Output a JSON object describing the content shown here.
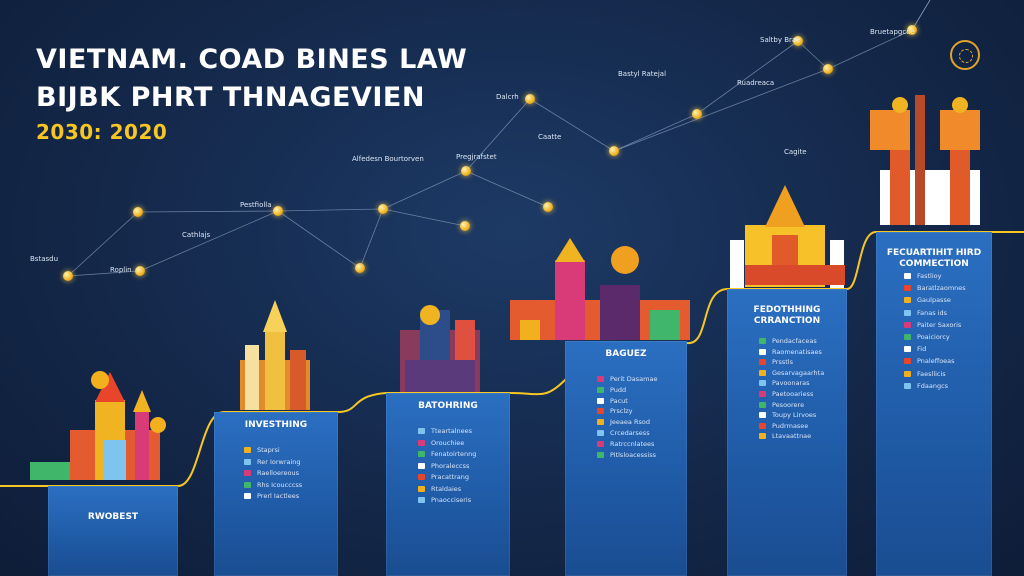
{
  "title": {
    "line1": "VIETNAM. COAD BINES LAW",
    "line2": "BIJBK PHRT THNAGEVIEN",
    "years": "2030: 2020"
  },
  "colors": {
    "background": "#14284a",
    "column": "#2b6fc1",
    "accent_yellow": "#f7c623",
    "node_gold": "#f0b321",
    "network_line": "#8aa0c0"
  },
  "network": {
    "nodes": [
      {
        "label": "Bstasdu"
      },
      {
        "label": "Roplin"
      },
      {
        "label": "Cathlajs"
      },
      {
        "label": "Pestfiolla"
      },
      {
        "label": "Alfedesn Bourtorven"
      },
      {
        "label": "Pregjrafstet"
      },
      {
        "label": "Dalcrh"
      },
      {
        "label": "Caatte"
      },
      {
        "label": "Bastyl Ratejal"
      },
      {
        "label": "Ruadreaca"
      },
      {
        "label": "Saltby Brae"
      },
      {
        "label": "Cagite"
      },
      {
        "label": "Bruetapgcoe"
      }
    ]
  },
  "columns": [
    {
      "heading": "RWOBEST",
      "items": []
    },
    {
      "heading": "INVESTHING",
      "items": [
        "Staprsi",
        "Rer Iorwraing",
        "Raelloereous",
        "Rhs Icoucccss",
        "Prerl Iactlees"
      ]
    },
    {
      "heading": "BATOHRING",
      "items": [
        "Tteartalnees",
        "Orouchiee",
        "Fenatoirtenng",
        "Phoraleccss",
        "Pracattrang",
        "Rtaldaies",
        "Pnaocciseris"
      ]
    },
    {
      "heading": "BAGUEZ",
      "items": [
        "Perit Dasamae",
        "Pudd",
        "Pacut",
        "Prsclzy",
        "Jeeaea Rsod",
        "Crcedarsess",
        "Ratrccnlatees",
        "Pitlsloacessiss"
      ]
    },
    {
      "heading": "FEDOTHHING CRRANCTION",
      "items": [
        "Pendacfaceas",
        "Raomenatisaes",
        "Prsstls",
        "Gesarvagaarhta",
        "Pavoonaras",
        "Paetooariess",
        "Pesoorere",
        "Toupy Lirvoes",
        "Pudrmasee",
        "Ltavaattnae"
      ]
    },
    {
      "heading": "FECUARTIHIT HIRD COMMECTION",
      "items": [
        "Fastlioy",
        "Baratlzaomnes",
        "Gaulpasse",
        "Fanas ids",
        "Paiter Saxoris",
        "Poaiciorcy",
        "Fid",
        "Pnaleffoeas",
        "Faesllicis",
        "Fdaangcs"
      ]
    }
  ],
  "item_icon_colors": [
    "#e8452b",
    "#f2b01e",
    "#7fc4ef",
    "#d93b79",
    "#3fb66a",
    "#ffffff"
  ]
}
